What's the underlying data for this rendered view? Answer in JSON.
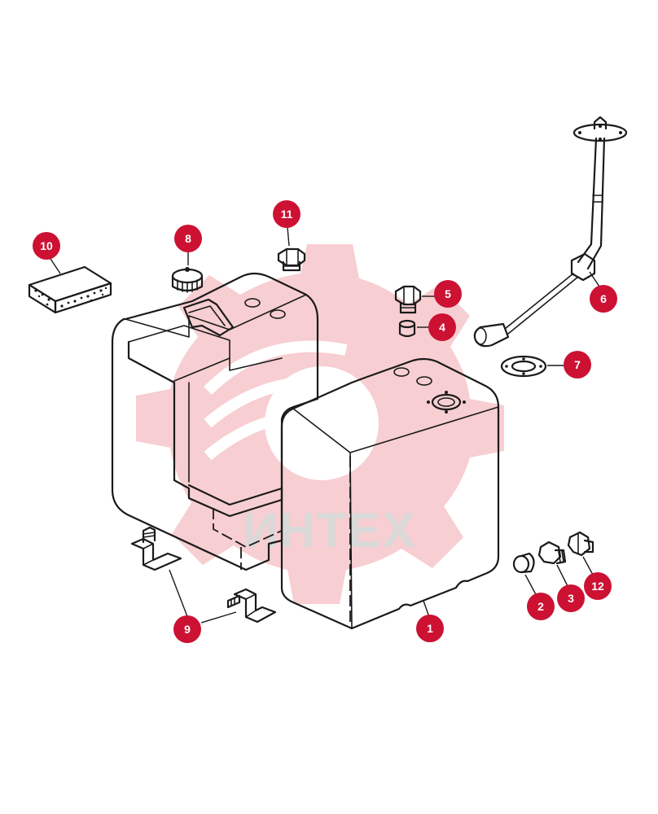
{
  "watermark": {
    "text": "ИНТЕХ",
    "gear_color": "#f6c9cc",
    "text_color": "#d9d9d9"
  },
  "colors": {
    "badge": "#cc1133",
    "badge_text": "#ffffff",
    "ink": "#1a1a1a",
    "background": "#ffffff"
  },
  "callouts": [
    {
      "id": "1",
      "label": "1",
      "part": "fuel-tank"
    },
    {
      "id": "2",
      "label": "2",
      "part": "drain-plug-cap"
    },
    {
      "id": "3",
      "label": "3",
      "part": "drain-plug"
    },
    {
      "id": "4",
      "label": "4",
      "part": "bushing"
    },
    {
      "id": "5",
      "label": "5",
      "part": "bolt"
    },
    {
      "id": "6",
      "label": "6",
      "part": "fuel-level-sender"
    },
    {
      "id": "7",
      "label": "7",
      "part": "sender-gasket"
    },
    {
      "id": "8",
      "label": "8",
      "part": "filler-cap"
    },
    {
      "id": "9",
      "label": "9",
      "part": "mounting-bracket"
    },
    {
      "id": "10",
      "label": "10",
      "part": "insulation-pad"
    },
    {
      "id": "11",
      "label": "11",
      "part": "plug"
    },
    {
      "id": "12",
      "label": "12",
      "part": "drain-valve"
    }
  ]
}
